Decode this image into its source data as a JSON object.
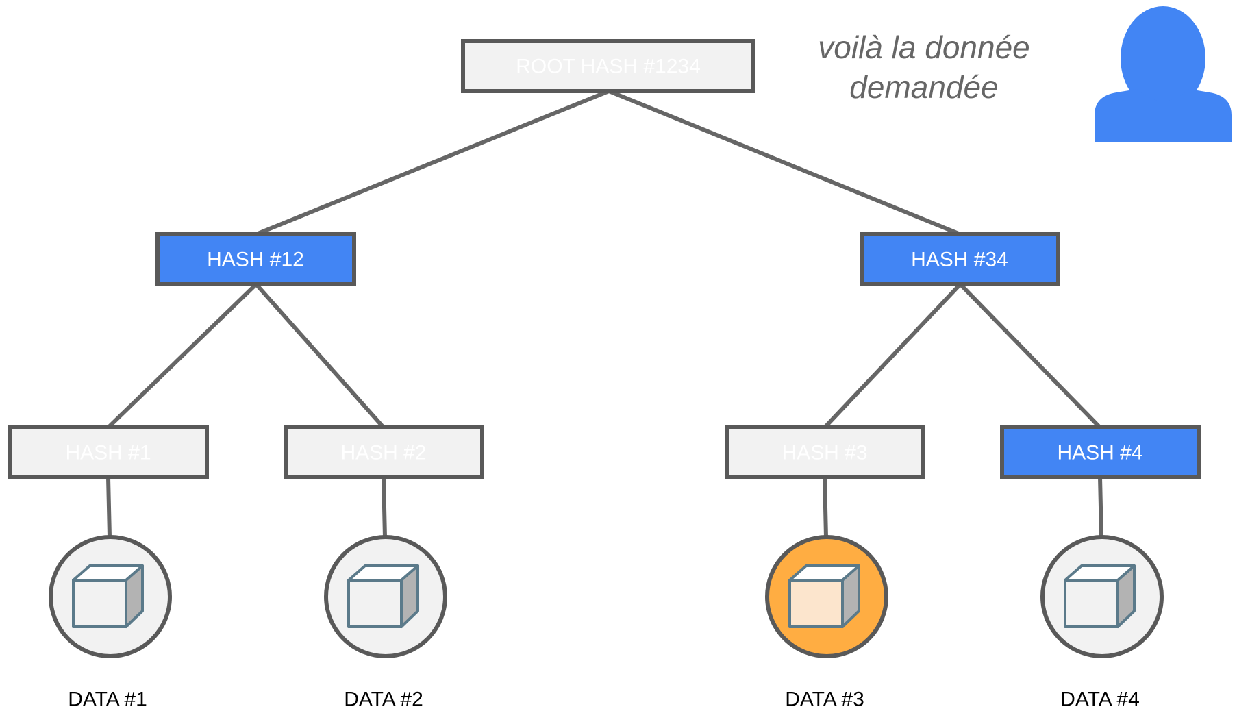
{
  "colors": {
    "highlight": "#4285f4",
    "faded": "#f2f2f2",
    "requested_data": "#ffad42",
    "requested_data_inner": "#fce5cd",
    "data_default": "#f2f2f2",
    "edge": "#666666",
    "user": "#4285f4"
  },
  "caption": {
    "line1": "voilà la donnée",
    "line2": "demandée"
  },
  "user_icon": "user-avatar-icon",
  "tree": {
    "root": {
      "label": "ROOT HASH #1234",
      "state": "faded"
    },
    "level1": [
      {
        "label": "HASH #12",
        "state": "highlight"
      },
      {
        "label": "HASH #34",
        "state": "highlight"
      }
    ],
    "leaves": [
      {
        "label": "HASH #1",
        "state": "faded"
      },
      {
        "label": "HASH #2",
        "state": "faded"
      },
      {
        "label": "HASH #3",
        "state": "faded"
      },
      {
        "label": "HASH #4",
        "state": "highlight"
      }
    ],
    "data": [
      {
        "label": "DATA #1",
        "requested": false,
        "icon": "data-block-icon"
      },
      {
        "label": "DATA #2",
        "requested": false,
        "icon": "data-block-icon"
      },
      {
        "label": "DATA #3",
        "requested": true,
        "icon": "data-block-icon"
      },
      {
        "label": "DATA #4",
        "requested": false,
        "icon": "data-block-icon"
      }
    ]
  }
}
